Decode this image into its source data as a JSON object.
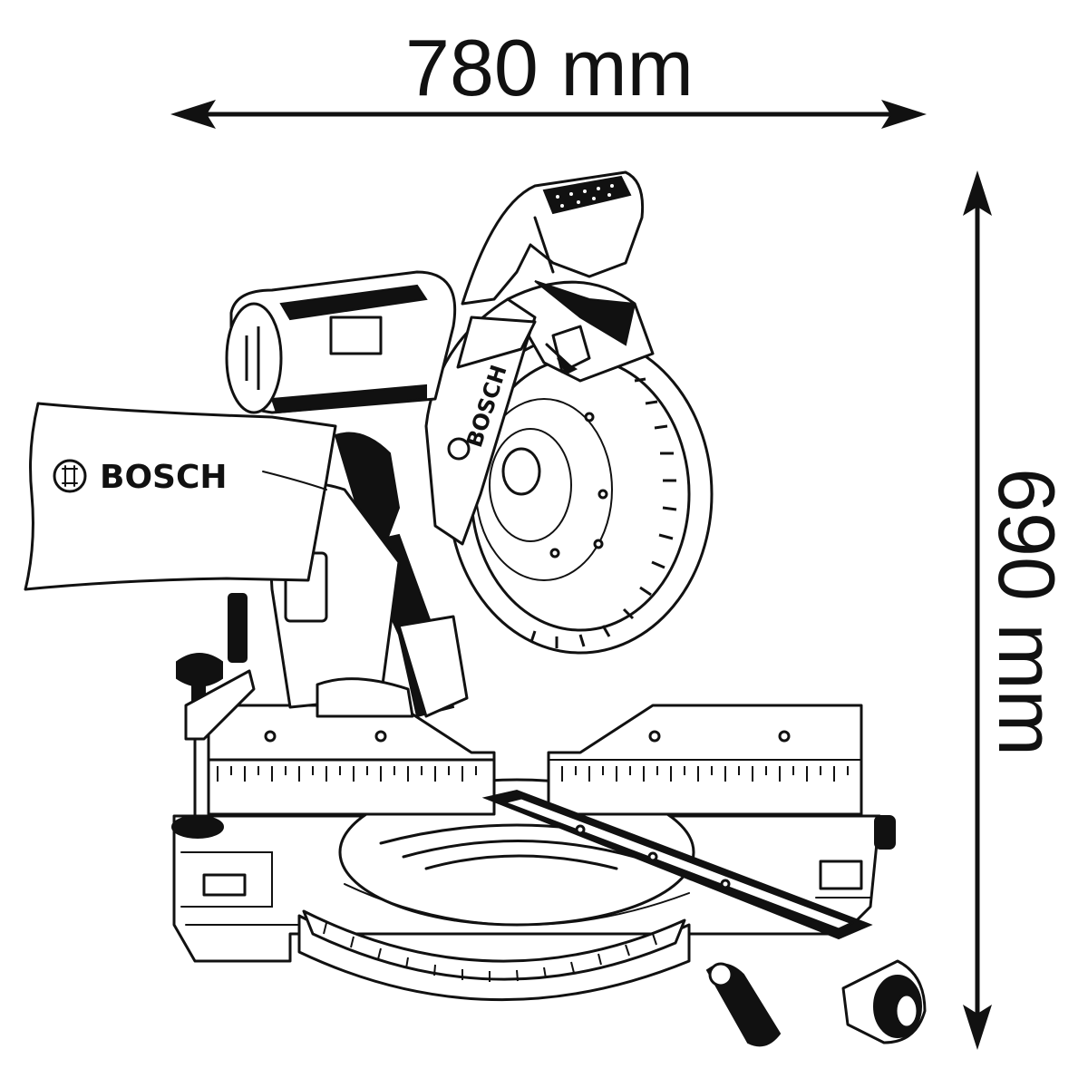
{
  "dimensions": {
    "width_label": "780 mm",
    "height_label": "690 mm"
  },
  "brand": {
    "bag_text": "BOSCH",
    "blade_guard_text": "BOSCH"
  },
  "colors": {
    "line": "#111111",
    "background": "#ffffff"
  }
}
